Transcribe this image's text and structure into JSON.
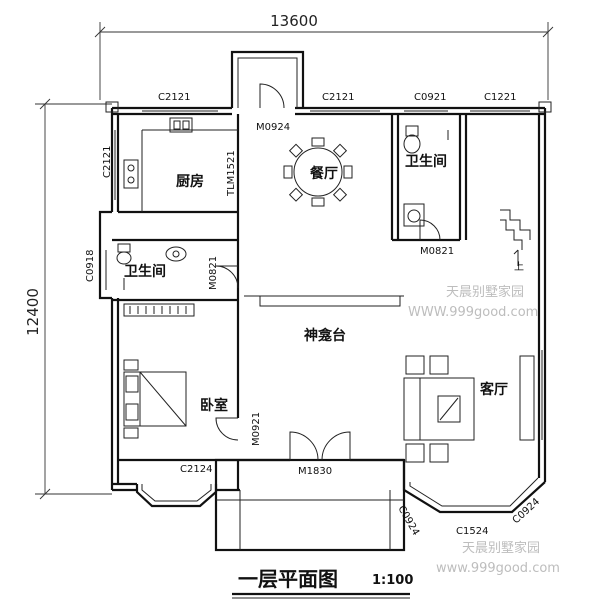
{
  "plan": {
    "dimensions": {
      "width": "13600",
      "height": "12400"
    },
    "rooms": {
      "kitchen": "厨房",
      "dining": "餐厅",
      "bath_upper": "卫生间",
      "bath_left": "卫生间",
      "shrine": "神龛台",
      "bedroom": "卧室",
      "living": "客厅"
    },
    "labels": {
      "c2121_a": "C2121",
      "c2121_b": "C2121",
      "c2121_side": "C2121",
      "c0921": "C0921",
      "c1221": "C1221",
      "m0924": "M0924",
      "tlm1521": "TLM1521",
      "m0821_a": "M0821",
      "m0821_b": "M0821",
      "c0918": "C0918",
      "m0921": "M0921",
      "m1830": "M1830",
      "c2124": "C2124",
      "c0924_a": "C0924",
      "c0924_b": "C0924",
      "c1524": "C1524",
      "stair_up": "上"
    },
    "watermarks": {
      "wm1_name": "天晨别墅家园",
      "wm1_url": "WWW.999good.com",
      "wm2_name": "天晨别墅家园",
      "wm2_url": "www.999good.com"
    },
    "title": "一层平面图",
    "scale": "1:100"
  }
}
